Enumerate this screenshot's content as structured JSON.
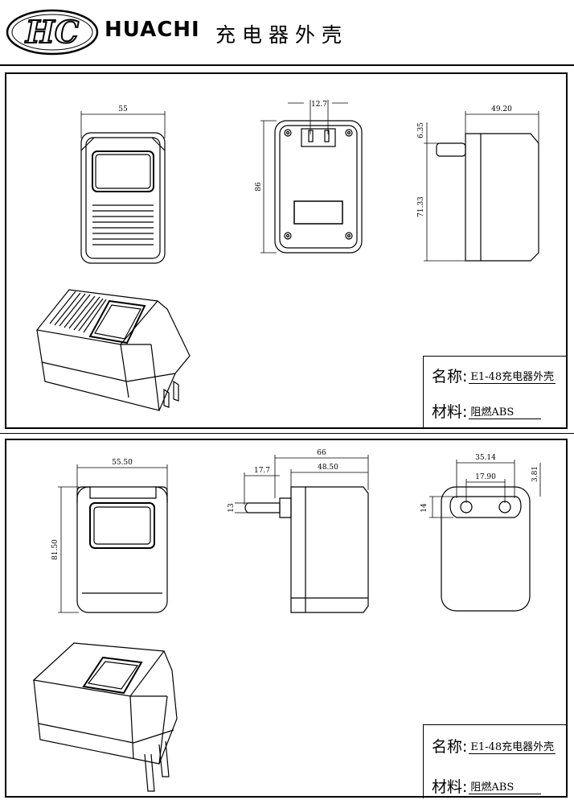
{
  "header": {
    "logo_text": "HC",
    "brand": "HUACHI",
    "subtitle": "充电器外壳"
  },
  "panels": [
    {
      "dimensions": {
        "front_width": "55",
        "plug_spacing": "12.7",
        "height": "86",
        "side_depth": "49.20",
        "pin_offset": "6.35",
        "side_height": "71.33"
      },
      "title_block": {
        "name_label": "名称:",
        "name_value": "E1-48充电器外壳",
        "material_label": "材料:",
        "material_value": "阻燃ABS"
      }
    },
    {
      "dimensions": {
        "front_width": "55.50",
        "front_height": "81.50",
        "pin_length": "17.7",
        "side_total": "66",
        "side_body": "48.50",
        "pin_dia": "13",
        "top_width": "35.14",
        "pin_spacing": "17.90",
        "pin_offset": "3.81",
        "top_pin_height": "14"
      },
      "title_block": {
        "name_label": "名称:",
        "name_value": "E1-48充电器外壳",
        "material_label": "材料:",
        "material_value": "阻燃ABS"
      }
    }
  ]
}
